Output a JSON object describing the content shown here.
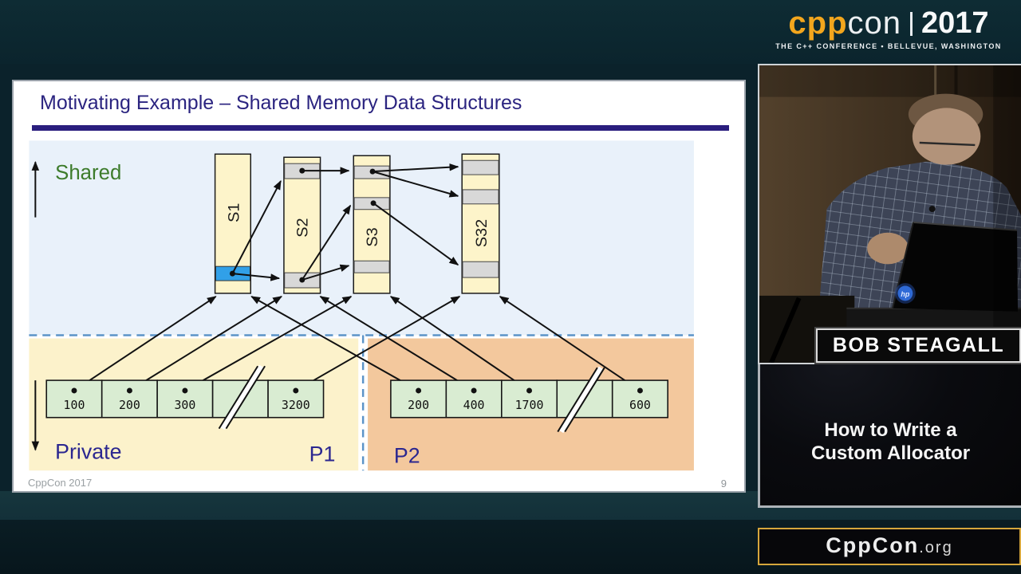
{
  "brand": {
    "logo_cpp": "cpp",
    "logo_con": "con",
    "logo_year": "2017",
    "tagline": "THE C++ CONFERENCE • BELLEVUE, WASHINGTON",
    "footer_site": "CppCon",
    "footer_domain": ".org"
  },
  "slide": {
    "title": "Motivating Example – Shared Memory Data Structures",
    "footer": "CppCon 2017",
    "page": "9",
    "regions": {
      "shared_label": "Shared",
      "private_label": "Private",
      "p1_label": "P1",
      "p2_label": "P2"
    },
    "columns": [
      {
        "label": "S1"
      },
      {
        "label": "S2"
      },
      {
        "label": "S3"
      },
      {
        "label": "S32"
      }
    ],
    "p1_cells": [
      "100",
      "200",
      "300",
      "",
      "3200"
    ],
    "p2_cells": [
      "200",
      "400",
      "1700",
      "",
      "600"
    ]
  },
  "speaker": {
    "name": "BOB STEAGALL"
  },
  "talk": {
    "line1": "How to Write a",
    "line2": "Custom Allocator"
  },
  "colors": {
    "accent_gold": "#d6a63c",
    "logo_orange": "#f3a61d",
    "title_navy": "#2b2480",
    "shared_green": "#3d7b2b",
    "private_navy": "#2b2790",
    "shared_region_blue": "#e9f1fa",
    "p1_cream": "#fcf2cb",
    "p2_salmon": "#f3c89d",
    "column_cream": "#fdf4ca",
    "segment_gray": "#d8d8d8",
    "segment_blue": "#31a0e8",
    "cell_green": "#d9ecd2",
    "dashed_blue": "#5c94c8",
    "hp_logo_blue": "#2f6ad6"
  }
}
